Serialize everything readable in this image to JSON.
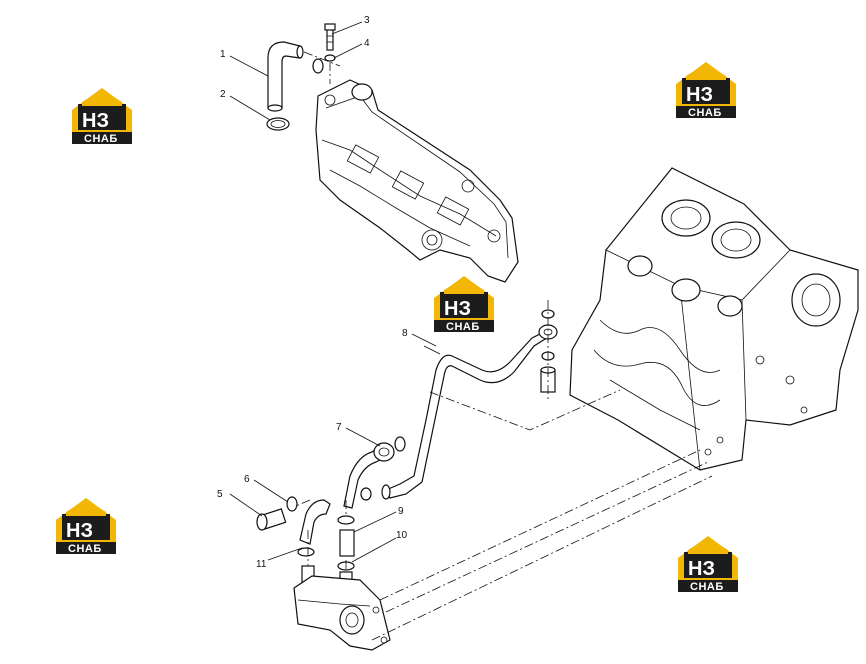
{
  "callouts": [
    {
      "id": "1",
      "label": "1"
    },
    {
      "id": "2",
      "label": "2"
    },
    {
      "id": "3",
      "label": "3"
    },
    {
      "id": "4",
      "label": "4"
    },
    {
      "id": "5",
      "label": "5"
    },
    {
      "id": "6",
      "label": "6"
    },
    {
      "id": "7",
      "label": "7"
    },
    {
      "id": "8",
      "label": "8"
    },
    {
      "id": "9",
      "label": "9"
    },
    {
      "id": "10",
      "label": "10"
    },
    {
      "id": "11",
      "label": "11"
    }
  ],
  "watermark": {
    "mark": "НЗ",
    "word": "СНАБ",
    "color_primary": "#f2b705",
    "color_dark": "#222222"
  }
}
